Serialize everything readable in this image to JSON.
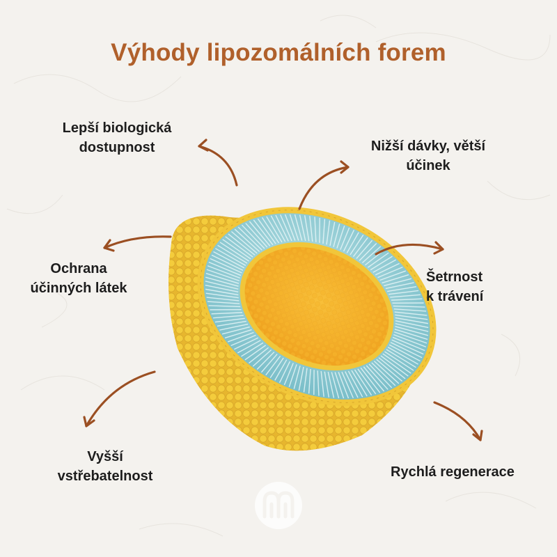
{
  "title": "Výhody lipozomálních forem",
  "benefits": [
    {
      "lines": [
        "Lepší biologická",
        "dostupnost"
      ]
    },
    {
      "lines": [
        "Nižší dávky, větší",
        "účinek"
      ]
    },
    {
      "lines": [
        "Ochrana",
        "účinných látek"
      ]
    },
    {
      "lines": [
        "Šetrnost",
        "k trávení"
      ]
    },
    {
      "lines": [
        "Vyšší",
        "vstřebatelnost"
      ]
    },
    {
      "lines": [
        "Rychlá regenerace"
      ]
    }
  ],
  "colors": {
    "title": "#b0602b",
    "arrow": "#9b4f22",
    "head_yellow": "#f2c93a",
    "tail_blue": "#8ccad3",
    "core_orange": "#f5b027",
    "text": "#1d1d1d"
  },
  "icons": {
    "logo": "brand-logo-icon",
    "arrow": "curved-arrow-icon"
  }
}
